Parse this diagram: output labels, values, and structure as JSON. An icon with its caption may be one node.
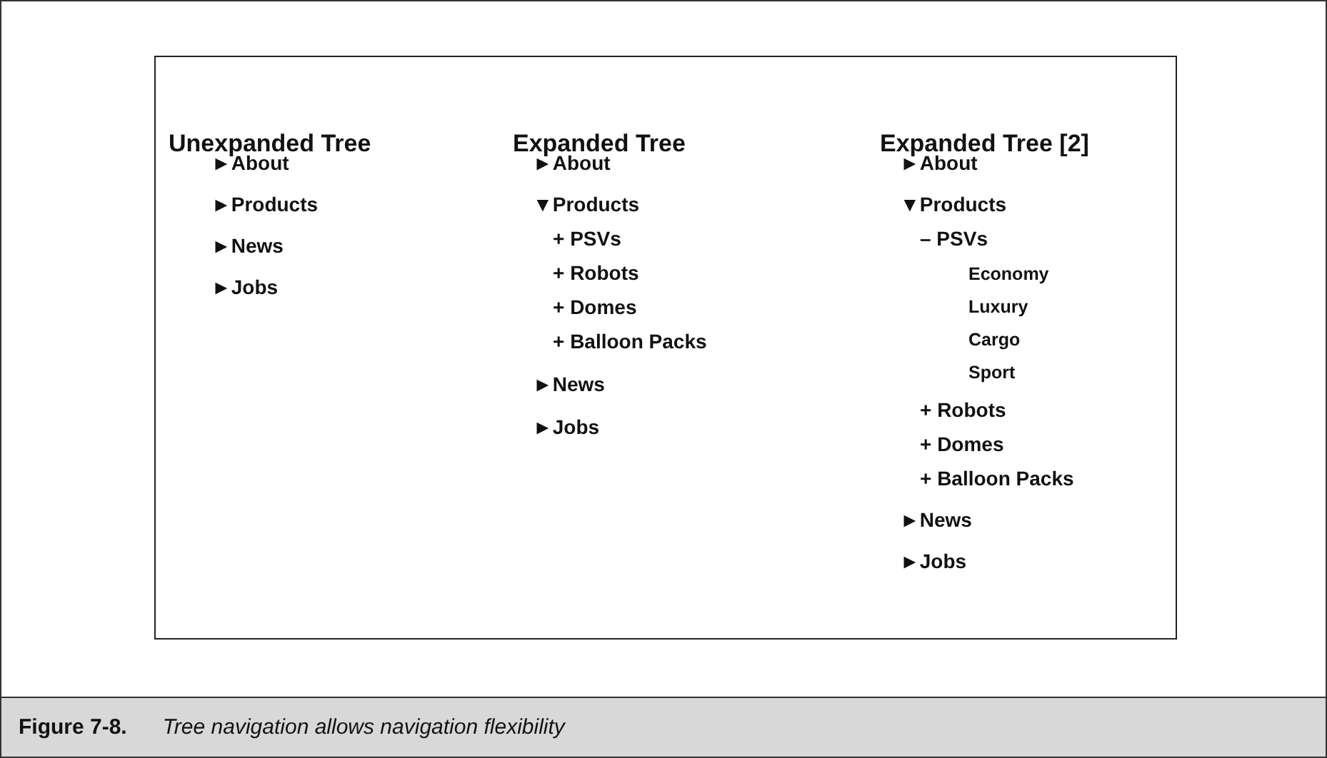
{
  "diagram": {
    "caption": "**Figure 7-8.**      *Tree navigation allows navigation flexibility*",
    "labels": [
      "Unexpanded Tree",
      "►About",
      "►Products",
      "►News",
      "►Jobs",
      "Expanded Tree",
      "►About",
      "▼Products",
      "+ PSVs",
      "+ Robots",
      "+ Domes",
      "+ Balloon Packs",
      "►News",
      "►Jobs",
      "Expanded Tree [2]",
      "►About",
      "▼Products",
      "– PSVs",
      "Economy",
      "Luxury",
      "Cargo",
      "Sport",
      "+ Robots",
      "+ Domes",
      "+ Balloon Packs",
      "►News",
      "►Jobs"
    ]
  }
}
